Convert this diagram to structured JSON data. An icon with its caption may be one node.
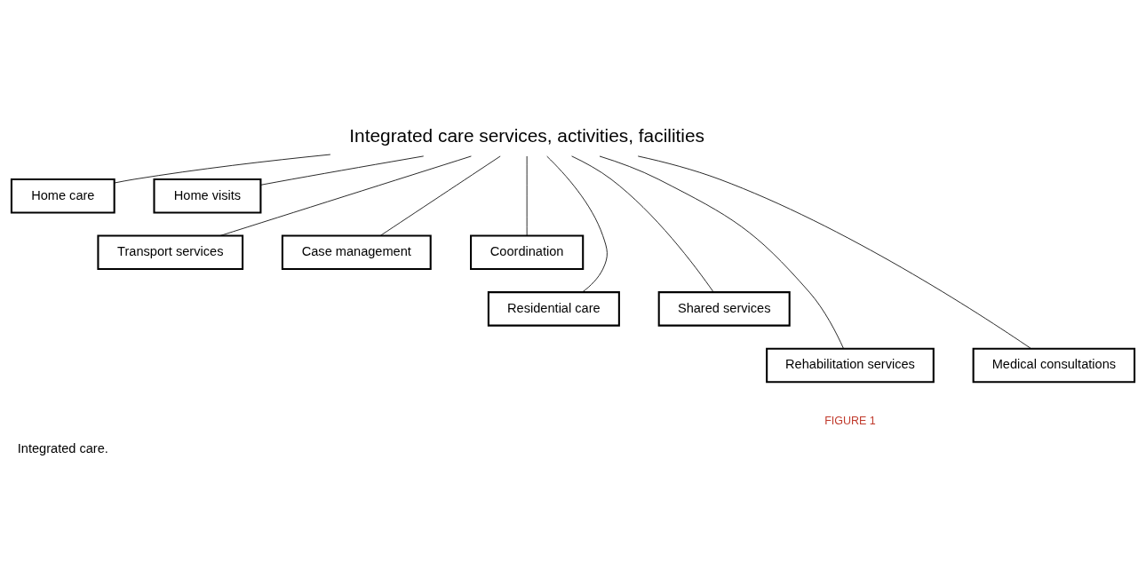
{
  "diagram": {
    "caption": "Integrated care.",
    "nodes": [
      {
        "text": [
          "Integrated care services, activities, facilities"
        ]
      },
      {
        "text": [
          "Home care"
        ]
      },
      {
        "text": [
          "Home visits"
        ]
      },
      {
        "text": [
          "Transport services"
        ]
      },
      {
        "text": [
          "Case management"
        ]
      },
      {
        "text": [
          "Coordination"
        ]
      },
      {
        "text": [
          "Residential care"
        ]
      },
      {
        "text": [
          "Shared services"
        ]
      },
      {
        "text": [
          "Rehabilitation services"
        ]
      },
      {
        "text": [
          "Medical consultations"
        ]
      }
    ],
    "edges": [
      {
        "from": 0,
        "to": 1,
        "arrow": "none"
      },
      {
        "from": 0,
        "to": 2,
        "arrow": "none"
      },
      {
        "from": 0,
        "to": 3,
        "arrow": "none"
      },
      {
        "from": 0,
        "to": 4,
        "arrow": "none"
      },
      {
        "from": 0,
        "to": 5,
        "arrow": "none"
      },
      {
        "from": 0,
        "to": 6,
        "arrow": "none"
      },
      {
        "from": 0,
        "to": 7,
        "arrow": "none"
      },
      {
        "from": 0,
        "to": 8,
        "arrow": "none"
      },
      {
        "from": 0,
        "to": 9,
        "arrow": "none"
      }
    ],
    "labels": [
      "FIGURE 1"
    ]
  }
}
